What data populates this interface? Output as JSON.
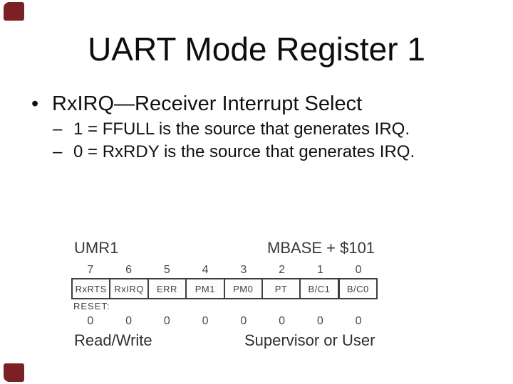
{
  "slide": {
    "title": "UART Mode Register 1",
    "bullet": {
      "marker": "•",
      "text": "RxIRQ—Receiver Interrupt Select",
      "sub_items": [
        {
          "marker": "–",
          "text": "1 = FFULL is the source that generates IRQ."
        },
        {
          "marker": "–",
          "text": "0 = RxRDY is the source that generates IRQ."
        }
      ]
    },
    "register_diagram": {
      "register_name": "UMR1",
      "address": "MBASE + $101",
      "bit_numbers": [
        "7",
        "6",
        "5",
        "4",
        "3",
        "2",
        "1",
        "0"
      ],
      "fields": [
        "RxRTS",
        "RxIRQ",
        "ERR",
        "PM1",
        "PM0",
        "PT",
        "B/C1",
        "B/C0"
      ],
      "reset_label": "RESET:",
      "reset_values": [
        "0",
        "0",
        "0",
        "0",
        "0",
        "0",
        "0",
        "0"
      ],
      "access_label": "Read/Write",
      "privilege_label": "Supervisor or User"
    },
    "theme": {
      "background": "#ffffff",
      "text_color": "#0d0d0d",
      "diagram_color": "#3f3f3f",
      "corner_color": "#7b2125"
    }
  }
}
